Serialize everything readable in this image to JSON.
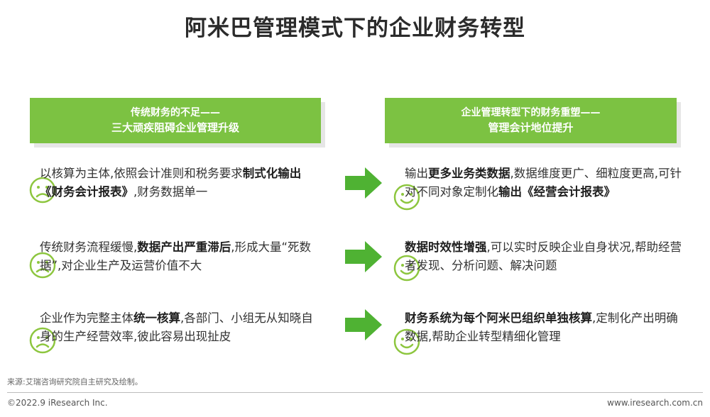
{
  "title": "阿米巴管理模式下的企业财务转型",
  "left_header": {
    "line1": "传统财务的不足——",
    "line2": "三大顽疾阻碍企业管理升级"
  },
  "right_header": {
    "line1": "企业管理转型下的财务重塑——",
    "line2": "管理会计地位提升"
  },
  "rows": [
    {
      "left": [
        {
          "text": "以核算为主体,依照会计准则和税务要求",
          "bold": false
        },
        {
          "text": "制式化输出《财务会计报表》",
          "bold": true
        },
        {
          "text": ",财务数据单一",
          "bold": false
        }
      ],
      "right": [
        {
          "text": "输出",
          "bold": false
        },
        {
          "text": "更多业务类数据",
          "bold": true
        },
        {
          "text": ",数据维度更广、细粒度更高,可针对不同对象定制化",
          "bold": false
        },
        {
          "text": "输出《经营会计报表》",
          "bold": true
        }
      ]
    },
    {
      "left": [
        {
          "text": "传统财务流程缓慢,",
          "bold": false
        },
        {
          "text": "数据产出严重滞后",
          "bold": true
        },
        {
          "text": ",形成大量“死数据”,对企业生产及运营价值不大",
          "bold": false
        }
      ],
      "right": [
        {
          "text": "数据时效性增强",
          "bold": true
        },
        {
          "text": ",可以实时反映企业自身状况,帮助经营者发现、分析问题、解决问题",
          "bold": false
        }
      ]
    },
    {
      "left": [
        {
          "text": "企业作为完整主体",
          "bold": false
        },
        {
          "text": "统一核算",
          "bold": true
        },
        {
          "text": ",各部门、小组无从知晓自身的生产经营效率,彼此容易出现扯皮",
          "bold": false
        }
      ],
      "right": [
        {
          "text": "财务系统为每个阿米巴组织单独核算",
          "bold": true
        },
        {
          "text": ",定制化产出明确数据,帮助企业转型精细化管理",
          "bold": false
        }
      ]
    }
  ],
  "icons": {
    "left_face": "sad-face-icon",
    "right_face": "happy-face-icon",
    "arrow": "right-arrow-icon"
  },
  "colors": {
    "accent_green": "#7cc242",
    "arrow_green": "#4fb233",
    "face_green": "#8dc63f"
  },
  "source": "来源:艾瑞咨询研究院自主研究及绘制。",
  "footer": {
    "left": "©2022.9 iResearch Inc.",
    "right": "www.iresearch.com.cn"
  }
}
